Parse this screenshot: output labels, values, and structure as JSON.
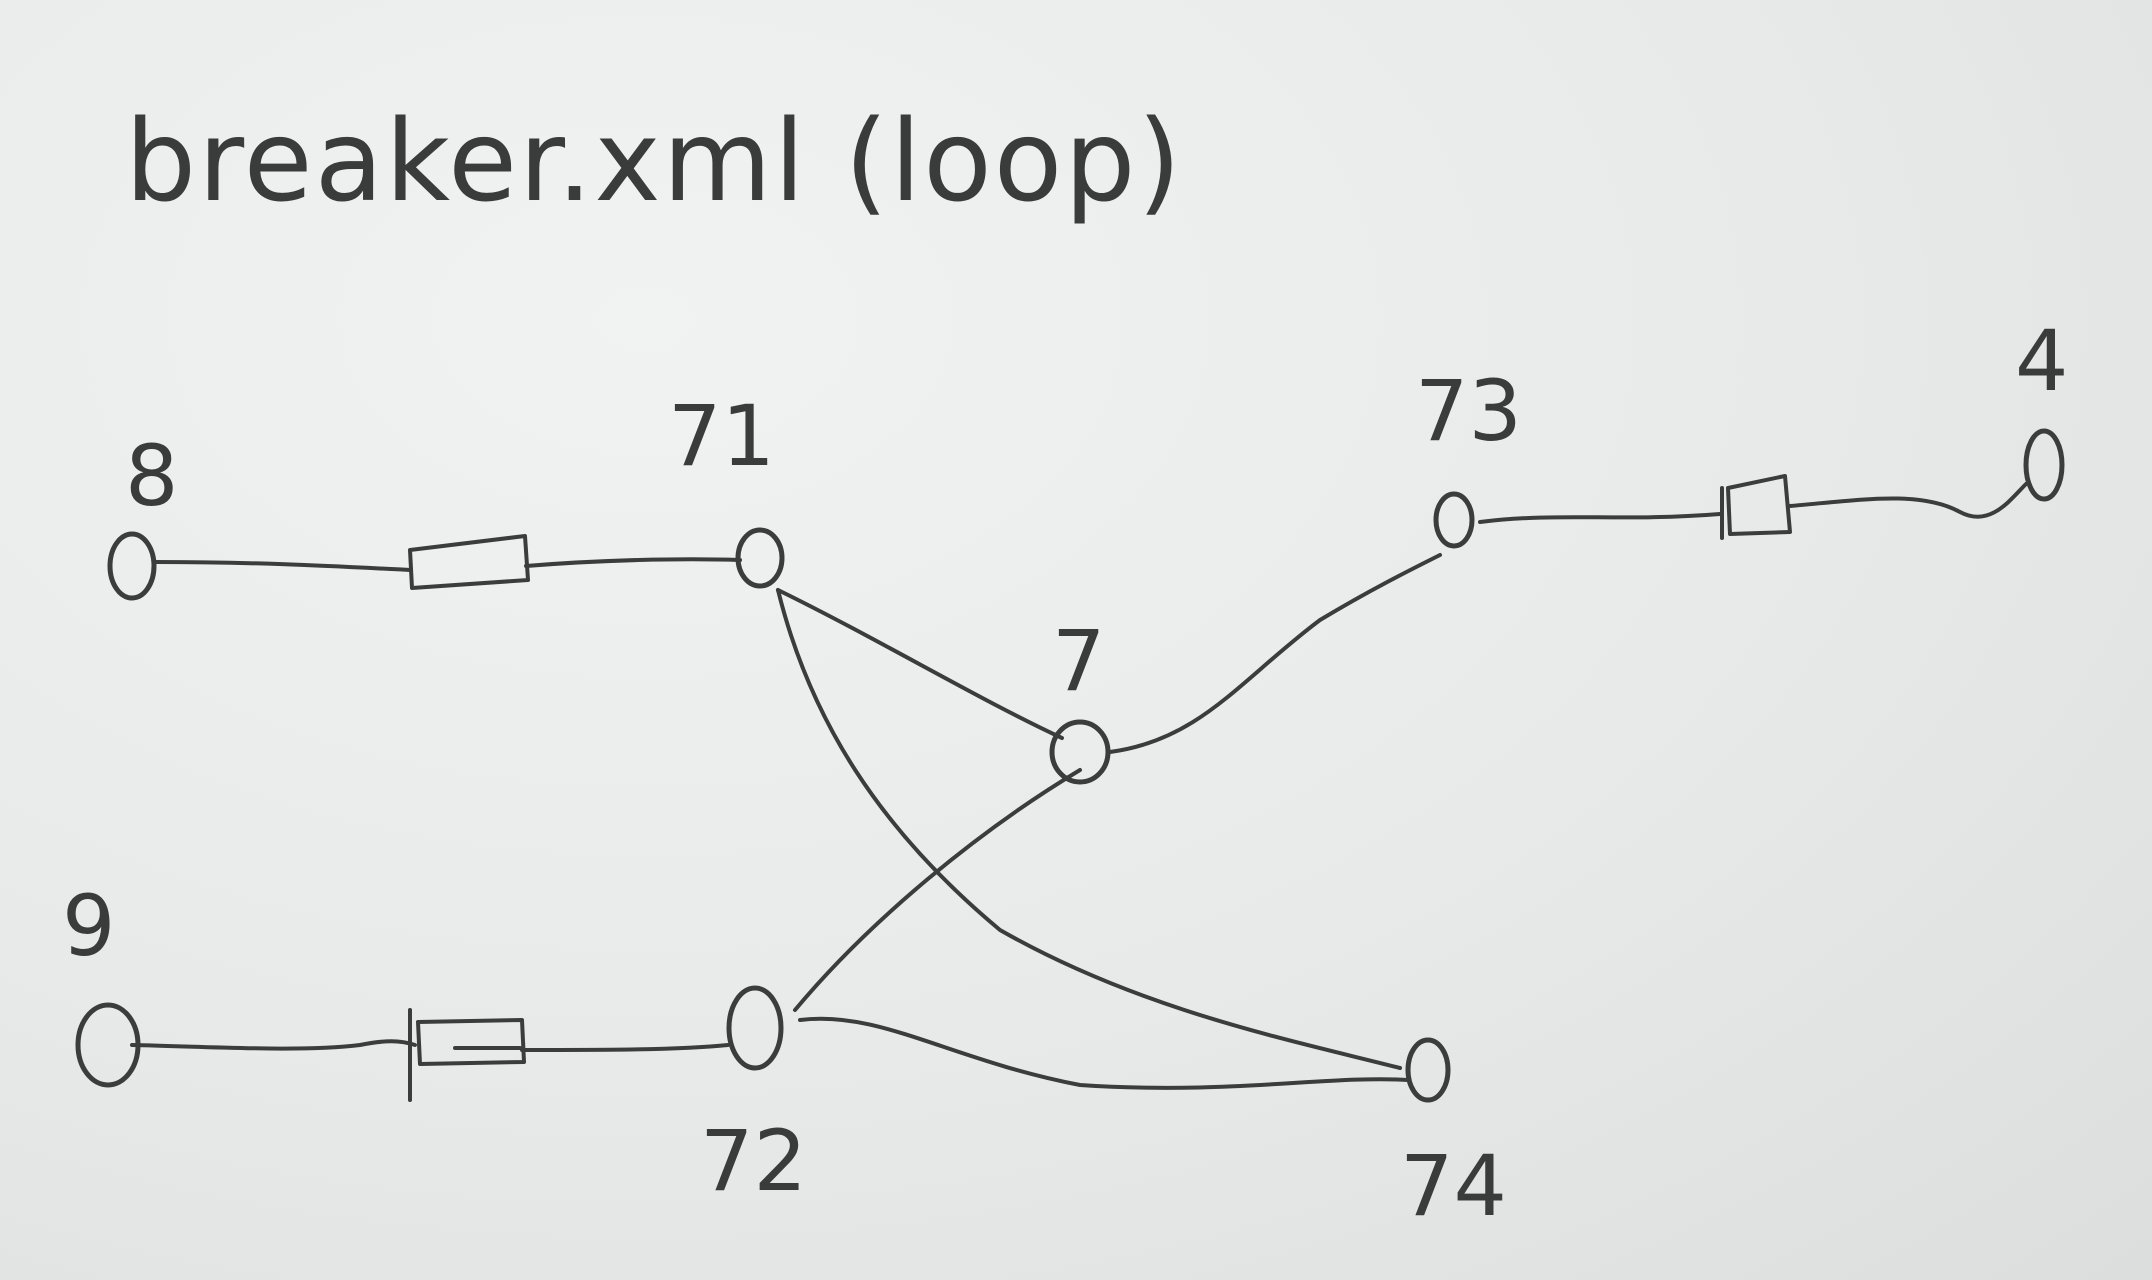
{
  "title": "breaker.xml (loop)",
  "buses": [
    {
      "id": "b8",
      "label": "8"
    },
    {
      "id": "b9",
      "label": "9"
    },
    {
      "id": "b71",
      "label": "71"
    },
    {
      "id": "b72",
      "label": "72"
    },
    {
      "id": "b7",
      "label": "7"
    },
    {
      "id": "b73",
      "label": "73"
    },
    {
      "id": "b74",
      "label": "74"
    },
    {
      "id": "b4",
      "label": "4"
    }
  ],
  "breakers": [
    {
      "id": "br-8-71",
      "from": "8",
      "to": "71"
    },
    {
      "id": "br-9-72",
      "from": "9",
      "to": "72"
    },
    {
      "id": "br-73-4",
      "from": "73",
      "to": "4"
    }
  ],
  "lines": [
    {
      "from": "71",
      "to": "7"
    },
    {
      "from": "71",
      "to": "74"
    },
    {
      "from": "72",
      "to": "7"
    },
    {
      "from": "72",
      "to": "74"
    },
    {
      "from": "7",
      "to": "73"
    }
  ]
}
